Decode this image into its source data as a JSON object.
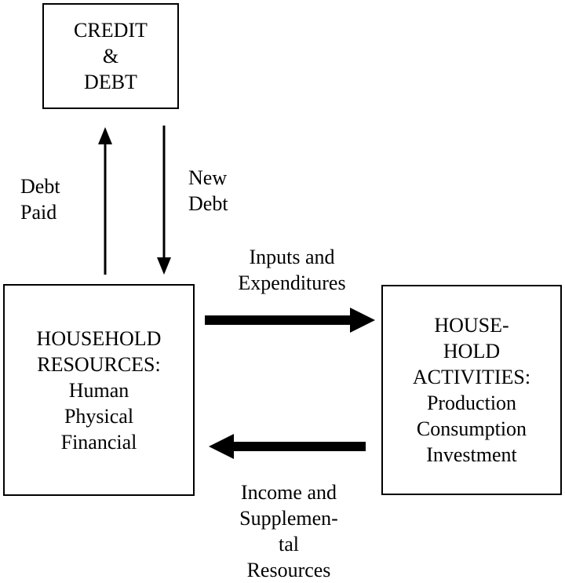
{
  "boxes": {
    "credit": {
      "lines": [
        "CREDIT",
        "&",
        "DEBT"
      ]
    },
    "resources": {
      "lines": [
        "HOUSEHOLD",
        "RESOURCES:",
        "Human",
        "Physical",
        "Financial"
      ]
    },
    "activities": {
      "lines": [
        "HOUSE-",
        "HOLD",
        "ACTIVITIES:",
        "Production",
        "Consumption",
        "Investment"
      ]
    }
  },
  "labels": {
    "debt_paid": [
      "Debt",
      "Paid"
    ],
    "new_debt": [
      "New",
      "Debt"
    ],
    "inputs": [
      "Inputs and",
      "Expenditures"
    ],
    "income": [
      "Income and",
      "Supplemen-",
      "tal",
      "Resources"
    ]
  },
  "colors": {
    "stroke": "#000000",
    "background": "#ffffff"
  }
}
